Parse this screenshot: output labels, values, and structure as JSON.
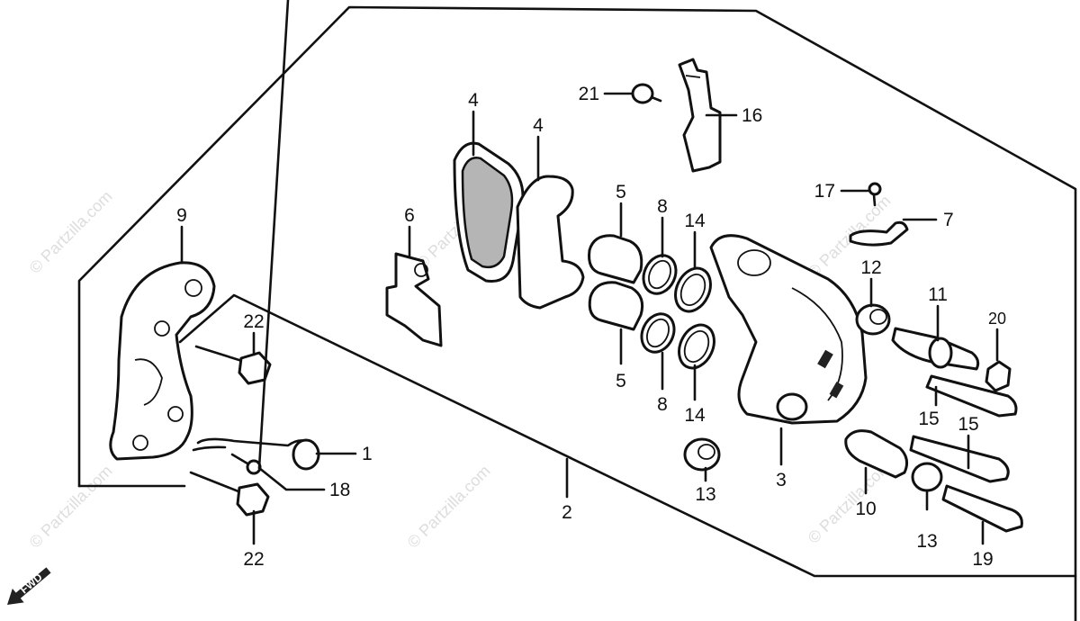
{
  "diagram": {
    "labels": [
      {
        "id": "l4a",
        "text": "4"
      },
      {
        "id": "l4b",
        "text": "4"
      },
      {
        "id": "l21",
        "text": "21"
      },
      {
        "id": "l16",
        "text": "16"
      },
      {
        "id": "l9",
        "text": "9"
      },
      {
        "id": "l6",
        "text": "6"
      },
      {
        "id": "l5a",
        "text": "5"
      },
      {
        "id": "l8a",
        "text": "8"
      },
      {
        "id": "l14a",
        "text": "14"
      },
      {
        "id": "l17",
        "text": "17"
      },
      {
        "id": "l7",
        "text": "7"
      },
      {
        "id": "l12",
        "text": "12"
      },
      {
        "id": "l11",
        "text": "11"
      },
      {
        "id": "l20",
        "text": "20"
      },
      {
        "id": "l22a",
        "text": "22"
      },
      {
        "id": "l5b",
        "text": "5"
      },
      {
        "id": "l8b",
        "text": "8"
      },
      {
        "id": "l14b",
        "text": "14"
      },
      {
        "id": "l15a",
        "text": "15"
      },
      {
        "id": "l15b",
        "text": "15"
      },
      {
        "id": "l1",
        "text": "1"
      },
      {
        "id": "l18",
        "text": "18"
      },
      {
        "id": "l3",
        "text": "3"
      },
      {
        "id": "l13a",
        "text": "13"
      },
      {
        "id": "l10",
        "text": "10"
      },
      {
        "id": "l2",
        "text": "2"
      },
      {
        "id": "l13b",
        "text": "13"
      },
      {
        "id": "l19",
        "text": "19"
      },
      {
        "id": "l22b",
        "text": "22"
      }
    ],
    "fwd_label": "FWD",
    "watermark": "© Partzilla.com"
  }
}
